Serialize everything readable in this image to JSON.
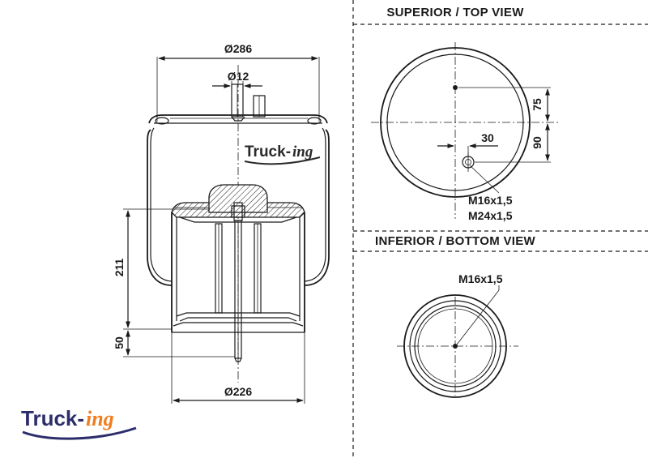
{
  "front_view": {
    "dim_outer_diameter": "Ø286",
    "dim_stud_diameter": "Ø12",
    "dim_piston_diameter": "Ø226",
    "dim_height": "211",
    "dim_bottom": "50",
    "brand_left": "Truck-",
    "brand_right": "ing"
  },
  "top_view": {
    "title": "SUPERIOR / TOP VIEW",
    "dim_offset_upper": "75",
    "dim_offset_lower": "90",
    "dim_radial": "30",
    "thread_1": "M16x1,5",
    "thread_2": "M24x1,5"
  },
  "bottom_view": {
    "title": "INFERIOR / BOTTOM VIEW",
    "thread": "M16x1,5"
  },
  "logo": {
    "left": "Truck-",
    "right": "ing",
    "color_primary": "#2d2d6b",
    "color_accent": "#f07d1e"
  }
}
